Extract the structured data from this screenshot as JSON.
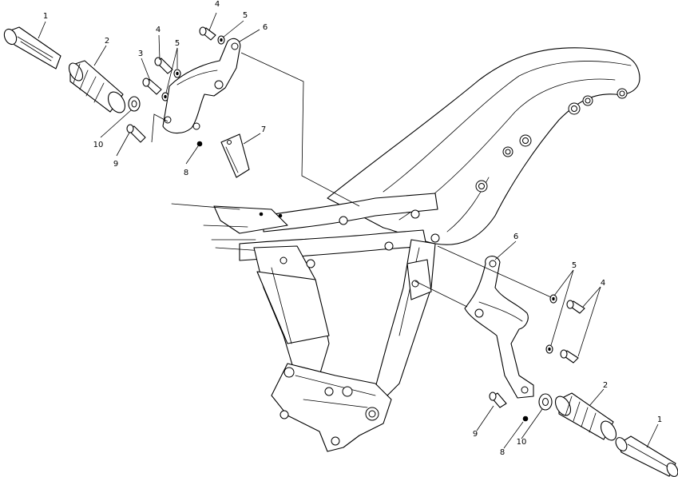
{
  "diagram": {
    "callouts": [
      {
        "text": "1"
      },
      {
        "text": "2"
      },
      {
        "text": "3"
      },
      {
        "text": "4"
      },
      {
        "text": "4"
      },
      {
        "text": "5"
      },
      {
        "text": "5"
      },
      {
        "text": "6"
      },
      {
        "text": "7"
      },
      {
        "text": "8"
      },
      {
        "text": "9"
      },
      {
        "text": "10"
      },
      {
        "text": "6"
      },
      {
        "text": "5"
      },
      {
        "text": "4"
      },
      {
        "text": "2"
      },
      {
        "text": "1"
      },
      {
        "text": "9"
      },
      {
        "text": "8"
      },
      {
        "text": "10"
      }
    ]
  }
}
